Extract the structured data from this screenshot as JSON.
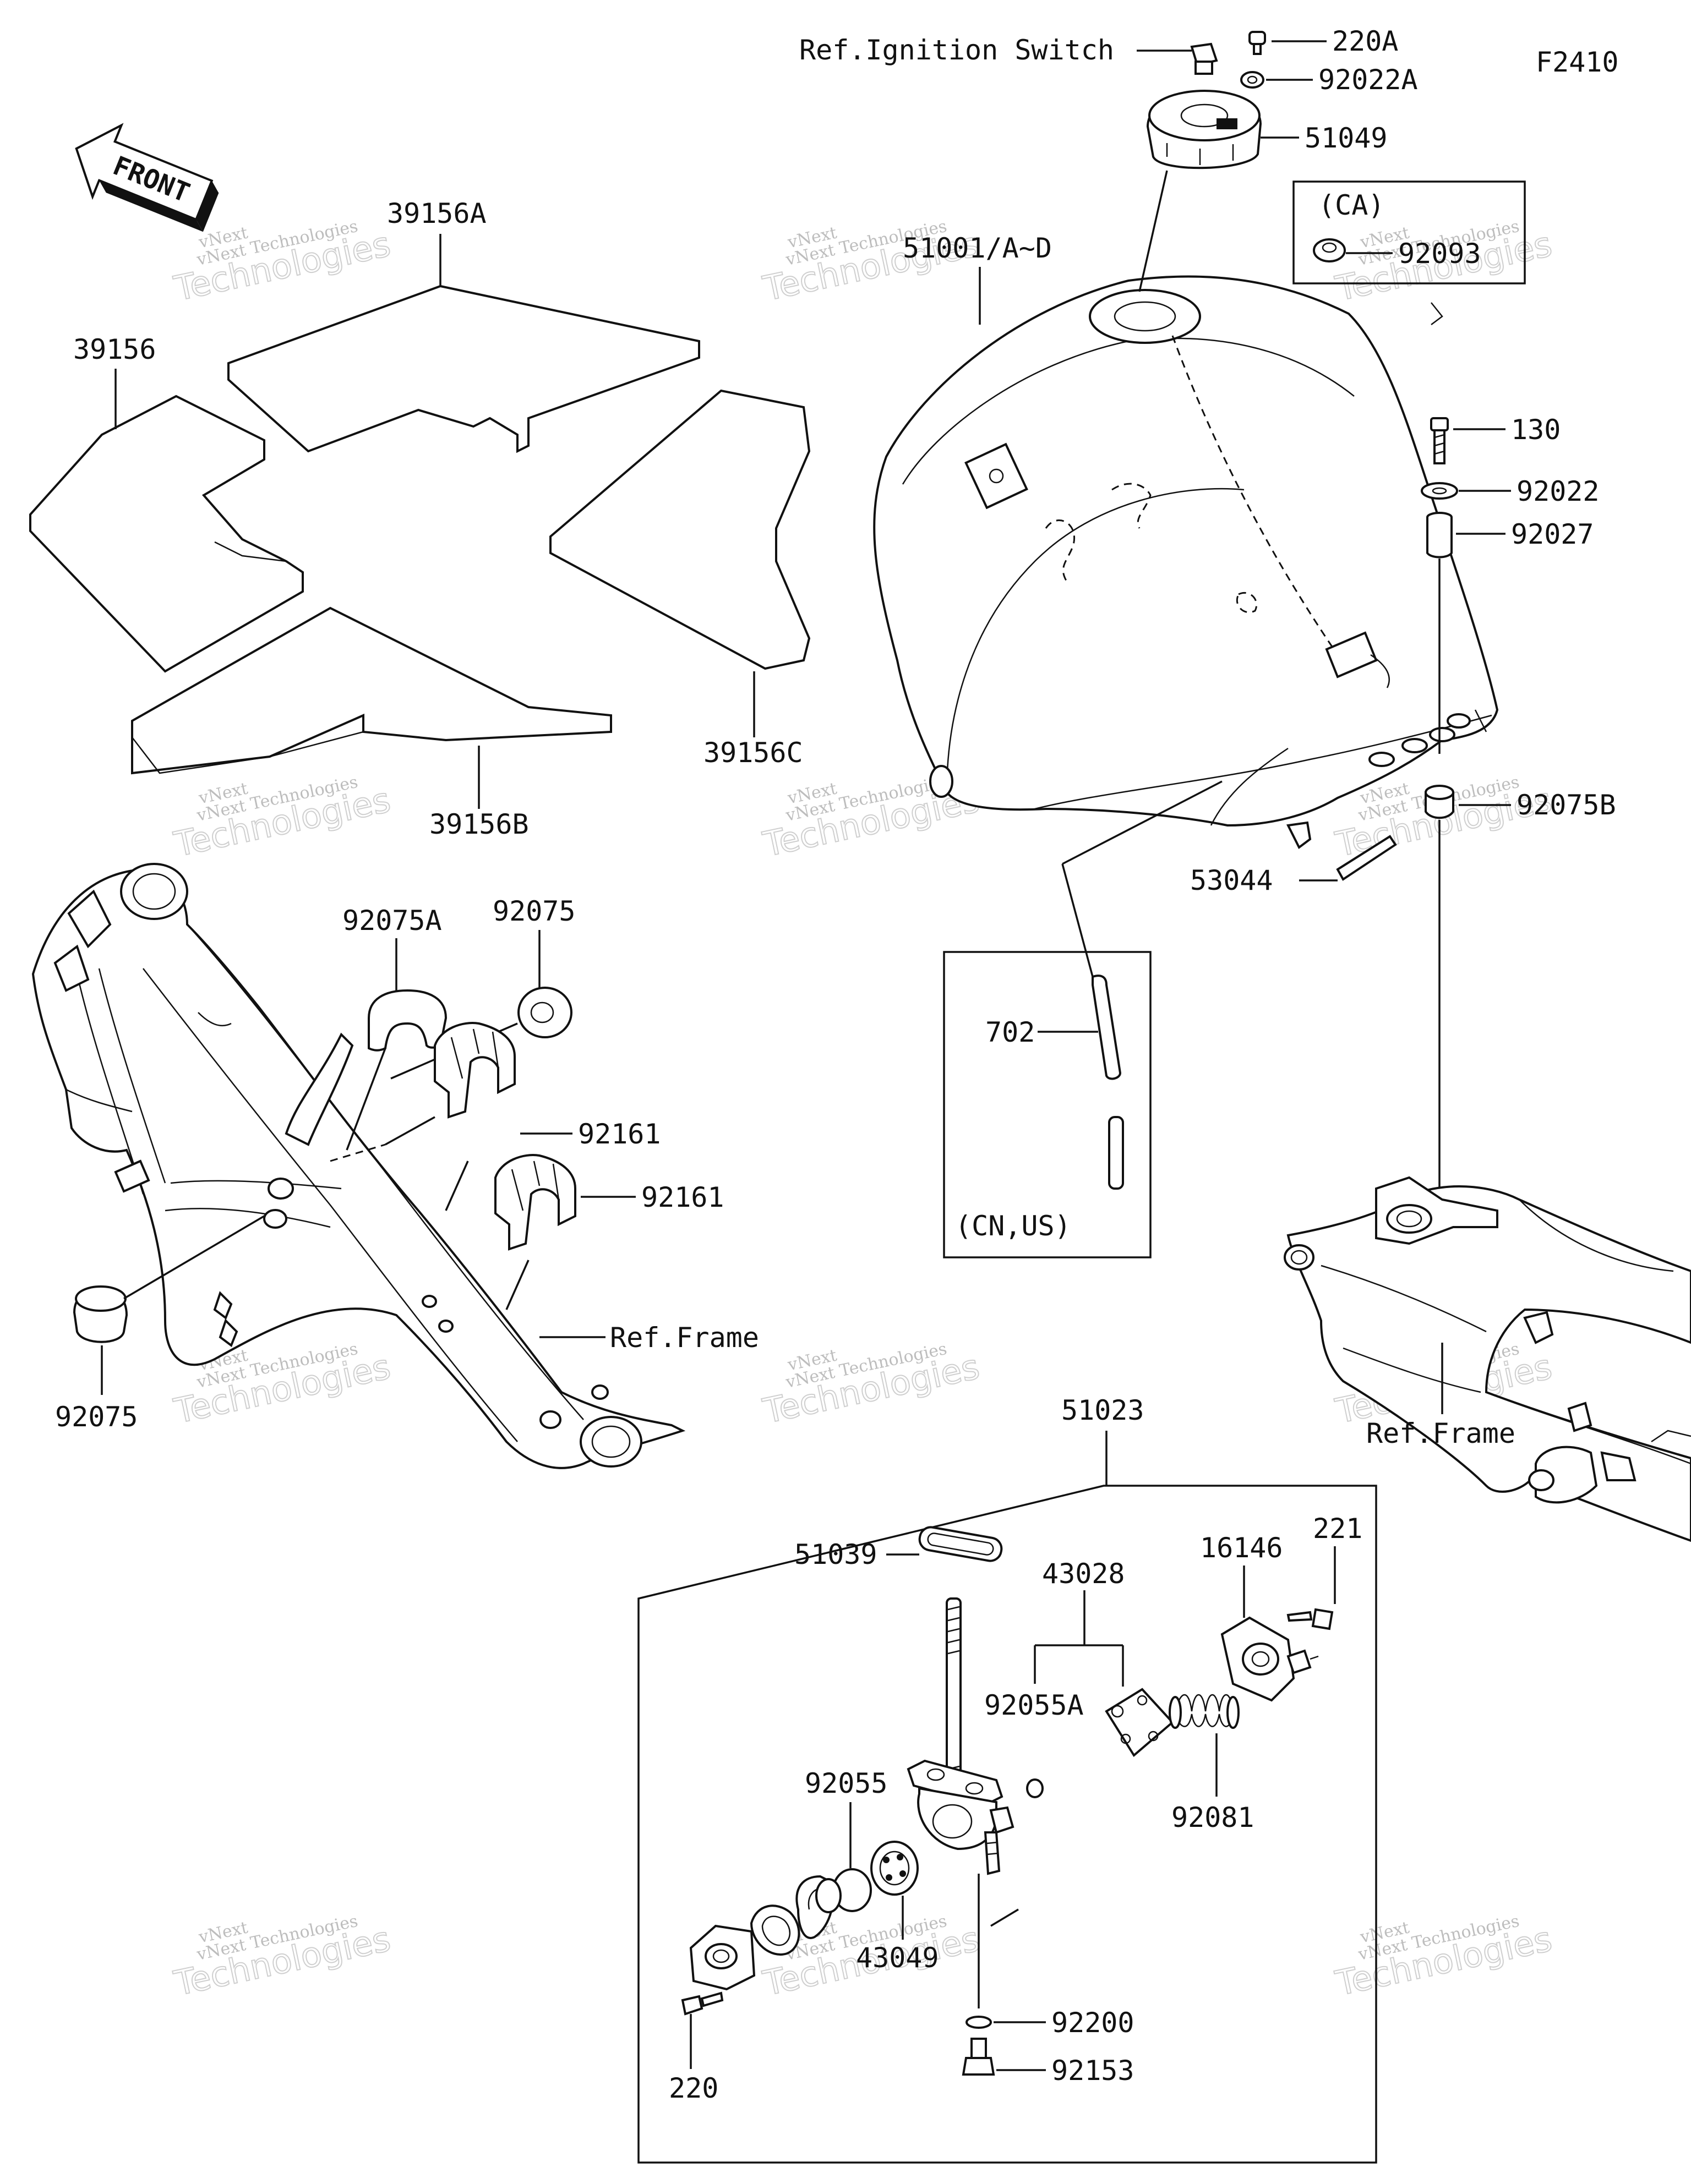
{
  "figure_code": "F2410",
  "front_arrow_label": "FRONT",
  "watermark": {
    "line1": "vNext",
    "line2": "vNext Technologies",
    "line3": "Technologies"
  },
  "parts": {
    "p220A": "220A",
    "p92022A": "92022A",
    "p51049": "51049",
    "ref_ignition": "Ref.Ignition Switch",
    "ca_label": "(CA)",
    "p92093": "92093",
    "p51001": "51001/A~D",
    "p39156A": "39156A",
    "p39156": "39156",
    "p39156C": "39156C",
    "p39156B": "39156B",
    "p130": "130",
    "p92022": "92022",
    "p92027": "92027",
    "p92075B": "92075B",
    "p53044": "53044",
    "p702": "702",
    "cnus_label": "(CN,US)",
    "p92075A": "92075A",
    "p92075_top": "92075",
    "p92161_a": "92161",
    "p92161_b": "92161",
    "p92075_bottom": "92075",
    "ref_frame_left": "Ref.Frame",
    "ref_frame_right": "Ref.Frame",
    "p51023": "51023",
    "p51039": "51039",
    "p43028": "43028",
    "p16146": "16146",
    "p221": "221",
    "p92055A": "92055A",
    "p92081": "92081",
    "p92055": "92055",
    "p43049": "43049",
    "p92200": "92200",
    "p92153": "92153",
    "p220": "220"
  }
}
